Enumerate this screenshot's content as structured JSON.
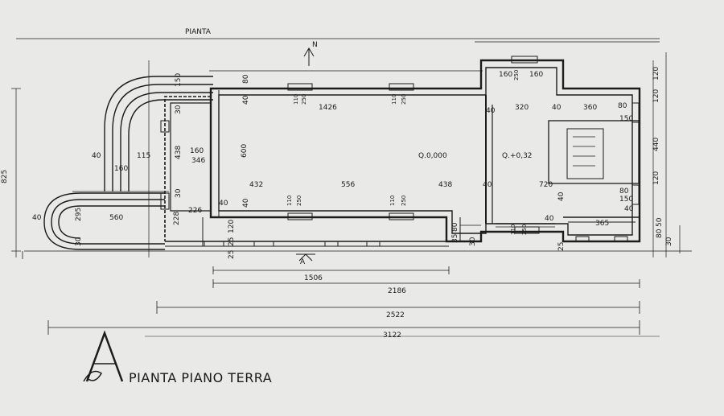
{
  "title": "PIANTA PIANO TERRA",
  "badge_letter": "A",
  "top_label": "PIANTA",
  "north_marker": "N",
  "section_marker": "A",
  "levels": {
    "main": "Q.0,000",
    "raised": "Q.+0,32"
  },
  "dims": {
    "total_long_1": "1506",
    "total_long_2": "2186",
    "total_long_3": "2522",
    "total_long_4": "3122",
    "hall_inner": "1426",
    "hall_height": "600",
    "seg_432": "432",
    "seg_556": "556",
    "seg_438": "438",
    "seg_720": "720",
    "seg_320": "320",
    "seg_360": "360",
    "seg_365": "365",
    "seg_560": "560",
    "seg_160": "160",
    "seg_160b": "160",
    "seg_160c": "160",
    "seg_160d": "160",
    "seg_115": "115",
    "seg_40": "40",
    "seg_40b": "40",
    "seg_40c": "40",
    "seg_40d": "40",
    "seg_40e": "40",
    "seg_40f": "40",
    "seg_40g": "40",
    "seg_40h": "40",
    "seg_40i": "40",
    "seg_40j": "40",
    "seg_40k": "40",
    "seg_80": "80",
    "seg_80b": "80",
    "seg_80c": "80",
    "seg_80d": "80",
    "seg_250a": "250",
    "seg_250b": "250",
    "seg_250c": "250",
    "seg_250d": "250",
    "seg_250e": "250",
    "seg_250f": "250",
    "seg_110a": "110",
    "seg_110b": "110",
    "seg_110c": "110",
    "seg_110d": "110",
    "seg_110e": "110",
    "seg_825": "825",
    "seg_438v": "438",
    "seg_346": "346",
    "seg_226": "226",
    "seg_228": "228",
    "seg_295": "295",
    "seg_150a": "150",
    "seg_150b": "150",
    "seg_150c": "150",
    "seg_120a": "120",
    "seg_120b": "120",
    "seg_120c": "120",
    "seg_440": "440",
    "seg_30a": "30",
    "seg_30b": "30",
    "seg_30c": "30",
    "seg_30d": "30",
    "seg_30e": "30",
    "seg_25a": "25",
    "seg_25b": "25",
    "seg_25c": "25",
    "seg_35": "35",
    "seg_50": "50",
    "seg_80v": "80",
    "seg_120v": "120"
  }
}
